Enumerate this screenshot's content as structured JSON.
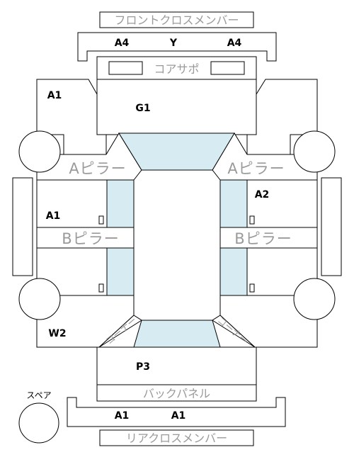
{
  "members": {
    "front_cross": "フロントクロスメンバー",
    "core_support": "コアサポ",
    "a_pillar": "Aピラー",
    "b_pillar": "Bピラー",
    "back_panel": "バックパネル",
    "rear_cross": "リアクロスメンバー",
    "rear_corner": "コーナー",
    "spare": "スペア"
  },
  "grades": {
    "front_left": "A4",
    "front_center": "Y",
    "front_right": "A4",
    "front_fender_left": "A1",
    "hood": "G1",
    "door_right_front": "A2",
    "door_left": "A1",
    "quarter_left": "W2",
    "trunk": "P3",
    "rear_left": "A1",
    "rear_right": "A1"
  }
}
